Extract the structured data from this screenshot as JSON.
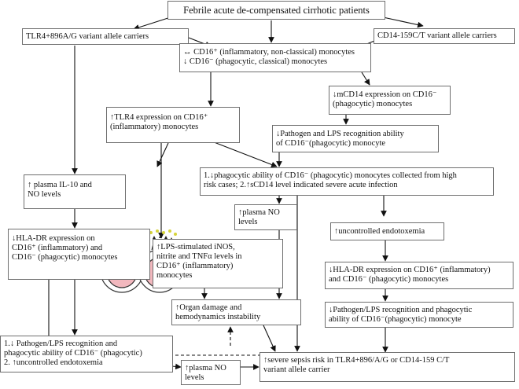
{
  "boxes": {
    "title": "Febrile acute de-compensated cirrhotic patients",
    "tlr4_carriers": "TLR4+896A/G variant allele carriers",
    "cd14_carriers": "CD14-159C/T variant allele carriers",
    "monocytes_change": "↔ CD16⁺ (inflammatory, non-classical) monocytes\n↓ CD16⁻ (phagocytic, classical) monocytes",
    "mcd14_expression": "↓mCD14  expression on CD16⁻\n(phagocytic) monocytes",
    "tlr4_expression": "↑TLR4 expression on CD16⁺\n(inflammatory) monocytes",
    "pathogen_lps_recognition": "↓Pathogen and LPS recognition  ability\nof CD16⁻(phagocytic) monocyte",
    "phagocytic_ability_scd14": "1.↓phagocytic ability of CD16⁻ (phagocytic) monocytes collected from high\nrisk cases;   2.↑sCD14 level indicated severe acute infection",
    "plasma_il10_no": "↑ plasma IL-10 and\nNO levels",
    "plasma_no_1": "↑plasma NO\nlevels",
    "uncontrolled_endotoxemia": "↑uncontrolled endotoxemia",
    "hla_dr_left": "↓HLA-DR expression on\nCD16⁺ (inflammatory) and\nCD16⁻ (phagocytic) monocytes",
    "lps_stimulated": "↑LPS-stimulated  iNOS,\nnitrite and TNFα  levels in\nCD16⁺ (inflammatory)\nmonocytes",
    "hla_dr_right": "↓HLA-DR expression on CD16⁺ (inflammatory)\nand CD16⁻ (phagocytic)  monocytes",
    "organ_damage": "↑Organ damage and\nhemodynamics instability",
    "pathogen_lps_phagocytic": "↓Pathogen/LPS recognition  and phagocytic\nability of CD16⁻(phagocytic) monocyte",
    "bottom_left": "1.↓ Pathogen/LPS recognition  and\nphagocytic ability of CD16⁻ (phagocytic)\n2. ↑uncontrolled endotoxemia",
    "plasma_no_2": "↑plasma NO\nlevels",
    "severe_sepsis": "↑severe sepsis risk in TLR4+896/A/G or CD14-159 C/T\nvariant allele carrier"
  },
  "colors": {
    "line": "#111111",
    "box_border": "#6e6e6e",
    "cell_fill": "#f2b8be",
    "cell_stroke": "#333333"
  }
}
